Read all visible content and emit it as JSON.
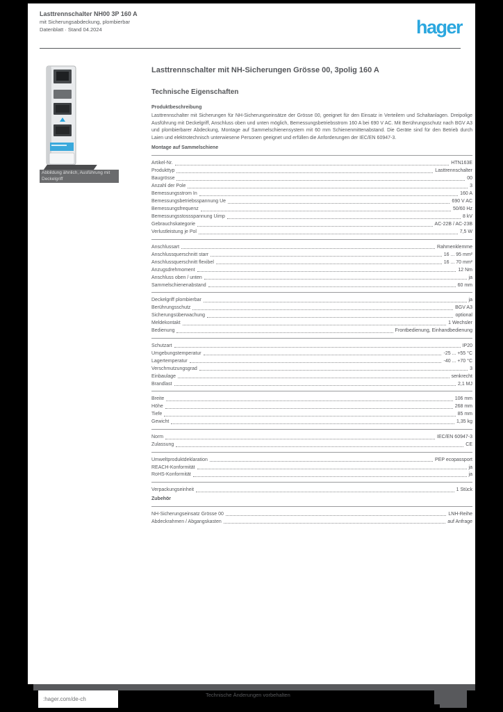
{
  "header": {
    "line1": "Lasttrennschalter NH00 3P 160 A",
    "line2": "mit Sicherungsabdeckung, plombierbar",
    "line3": "Datenblatt · Stand 04.2024",
    "logo_text": "hager"
  },
  "product": {
    "caption": "Abbildung ähnlich, Ausführung mit Deckelgriff"
  },
  "content": {
    "rows": [
      {
        "t": "h1",
        "text": "Lasttrennschalter mit NH-Sicherungen Grösse 00, 3polig 160 A"
      },
      {
        "t": "h2",
        "text": "Technische Eigenschaften"
      },
      {
        "t": "h3",
        "text": "Produktbeschreibung"
      },
      {
        "t": "para",
        "text": "Lasttrennschalter mit Sicherungen für NH-Sicherungseinsätze der Grösse 00, geeignet für den Einsatz in Verteilern und Schaltanlagen. Dreipolige Ausführung mit Deckelgriff, Anschluss oben und unten möglich, Bemessungsbetriebsstrom 160 A bei 690 V AC. Mit Berührungsschutz nach BGV A3 und plombierbarer Abdeckung, Montage auf Sammelschienensystem mit 60 mm Schienenmittenabstand. Die Geräte sind für den Betrieb durch Laien und elektrotechnisch unterwiesene Personen geeignet und erfüllen die Anforderungen der IEC/EN 60947-3."
      },
      {
        "t": "h3",
        "text": "Montage auf Sammelschiene"
      },
      {
        "t": "hr"
      },
      {
        "t": "kv",
        "k": "Artikel-Nr.",
        "v": "HTN163E"
      },
      {
        "t": "kv",
        "k": "Produkttyp",
        "v": "Lasttrennschalter"
      },
      {
        "t": "kv",
        "k": "Baugrösse",
        "v": "00"
      },
      {
        "t": "kv",
        "k": "Anzahl der Pole",
        "v": "3"
      },
      {
        "t": "kv",
        "k": "Bemessungsstrom In",
        "v": "160 A"
      },
      {
        "t": "kv",
        "k": "Bemessungsbetriebsspannung Ue",
        "v": "690 V AC"
      },
      {
        "t": "kv",
        "k": "Bemessungsfrequenz",
        "v": "50/60 Hz"
      },
      {
        "t": "kv",
        "k": "Bemessungsstossspannung Uimp",
        "v": "8 kV"
      },
      {
        "t": "kv",
        "k": "Gebrauchskategorie",
        "v": "AC-22B / AC-23B"
      },
      {
        "t": "kv",
        "k": "Verlustleistung je Pol",
        "v": "7,5 W"
      },
      {
        "t": "hr"
      },
      {
        "t": "kv",
        "k": "Anschlussart",
        "v": "Rahmenklemme"
      },
      {
        "t": "kv",
        "k": "Anschlussquerschnitt starr",
        "v": "16 ... 95 mm²"
      },
      {
        "t": "kv",
        "k": "Anschlussquerschnitt flexibel",
        "v": "16 ... 70 mm²"
      },
      {
        "t": "kv",
        "k": "Anzugsdrehmoment",
        "v": "12 Nm"
      },
      {
        "t": "kv",
        "k": "Anschluss oben / unten",
        "v": "ja"
      },
      {
        "t": "kv",
        "k": "Sammelschienenabstand",
        "v": "60 mm"
      },
      {
        "t": "hr"
      },
      {
        "t": "kv",
        "k": "Deckelgriff plombierbar",
        "v": "ja"
      },
      {
        "t": "kv",
        "k": "Berührungsschutz",
        "v": "BGV A3"
      },
      {
        "t": "kv",
        "k": "Sicherungsüberwachung",
        "v": "optional"
      },
      {
        "t": "kv",
        "k": "Meldekontakt",
        "v": "1 Wechsler"
      },
      {
        "t": "kv",
        "k": "Bedienung",
        "v": "Frontbedienung, Einhandbedienung"
      },
      {
        "t": "hr"
      },
      {
        "t": "kv",
        "k": "Schutzart",
        "v": "IP20"
      },
      {
        "t": "kv",
        "k": "Umgebungstemperatur",
        "v": "-25 ... +55 °C"
      },
      {
        "t": "kv",
        "k": "Lagertemperatur",
        "v": "-40 ... +70 °C"
      },
      {
        "t": "kv",
        "k": "Verschmutzungsgrad",
        "v": "3"
      },
      {
        "t": "kv",
        "k": "Einbaulage",
        "v": "senkrecht"
      },
      {
        "t": "kv",
        "k": "Brandlast",
        "v": "2,1 MJ"
      },
      {
        "t": "hr"
      },
      {
        "t": "kv",
        "k": "Breite",
        "v": "106 mm"
      },
      {
        "t": "kv",
        "k": "Höhe",
        "v": "268 mm"
      },
      {
        "t": "kv",
        "k": "Tiefe",
        "v": "85 mm"
      },
      {
        "t": "kv",
        "k": "Gewicht",
        "v": "1,35 kg"
      },
      {
        "t": "hr"
      },
      {
        "t": "kv",
        "k": "Norm",
        "v": "IEC/EN 60947-3"
      },
      {
        "t": "kv",
        "k": "Zulassung",
        "v": "CE"
      },
      {
        "t": "hr"
      },
      {
        "t": "kv",
        "k": "Umweltproduktdeklaration",
        "v": "PEP ecopassport"
      },
      {
        "t": "kv",
        "k": "REACH-Konformität",
        "v": "ja"
      },
      {
        "t": "kv",
        "k": "RoHS-Konformität",
        "v": "ja"
      },
      {
        "t": "hr"
      },
      {
        "t": "kv",
        "k": "Verpackungseinheit",
        "v": "1 Stück"
      },
      {
        "t": "h3",
        "text": "Zubehör"
      },
      {
        "t": "hr"
      },
      {
        "t": "kv",
        "k": "NH-Sicherungseinsatz Grösse 00",
        "v": "LNH-Reihe"
      },
      {
        "t": "kv",
        "k": "Abdeckrahmen / Abgangskasten",
        "v": "auf Anfrage"
      }
    ]
  },
  "footer": {
    "url": ":hager.com/de-ch",
    "note": "Technische Änderungen vorbehalten"
  },
  "colors": {
    "brand_blue": "#2ba7df",
    "text_grey": "#55575a",
    "footer_grey": "#58595c"
  }
}
